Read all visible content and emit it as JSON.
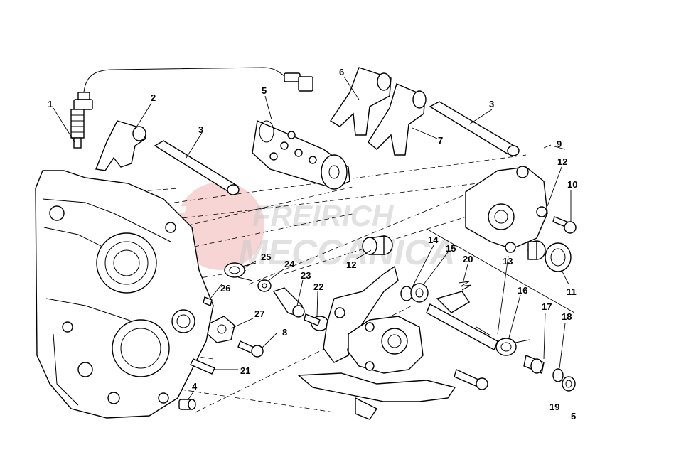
{
  "watermark": {
    "line1": "FREIRICH",
    "line2": "MECCANICA",
    "brand_color": "#e04040"
  },
  "callouts": [
    {
      "id": "c1",
      "text": "1"
    },
    {
      "id": "c2",
      "text": "2"
    },
    {
      "id": "c3a",
      "text": "3"
    },
    {
      "id": "c3b",
      "text": "3"
    },
    {
      "id": "c4",
      "text": "4"
    },
    {
      "id": "c5a",
      "text": "5"
    },
    {
      "id": "c5b",
      "text": "5"
    },
    {
      "id": "c6",
      "text": "6"
    },
    {
      "id": "c7",
      "text": "7"
    },
    {
      "id": "c8",
      "text": "8"
    },
    {
      "id": "c9",
      "text": "9"
    },
    {
      "id": "c10",
      "text": "10"
    },
    {
      "id": "c11",
      "text": "11"
    },
    {
      "id": "c12a",
      "text": "12"
    },
    {
      "id": "c12b",
      "text": "12"
    },
    {
      "id": "c13",
      "text": "13"
    },
    {
      "id": "c14",
      "text": "14"
    },
    {
      "id": "c15",
      "text": "15"
    },
    {
      "id": "c16",
      "text": "16"
    },
    {
      "id": "c17",
      "text": "17"
    },
    {
      "id": "c18",
      "text": "18"
    },
    {
      "id": "c19",
      "text": "19"
    },
    {
      "id": "c20",
      "text": "20"
    },
    {
      "id": "c21",
      "text": "21"
    },
    {
      "id": "c22",
      "text": "22"
    },
    {
      "id": "c23",
      "text": "23"
    },
    {
      "id": "c24",
      "text": "24"
    },
    {
      "id": "c25",
      "text": "25"
    },
    {
      "id": "c26",
      "text": "26"
    },
    {
      "id": "c27",
      "text": "27"
    }
  ]
}
